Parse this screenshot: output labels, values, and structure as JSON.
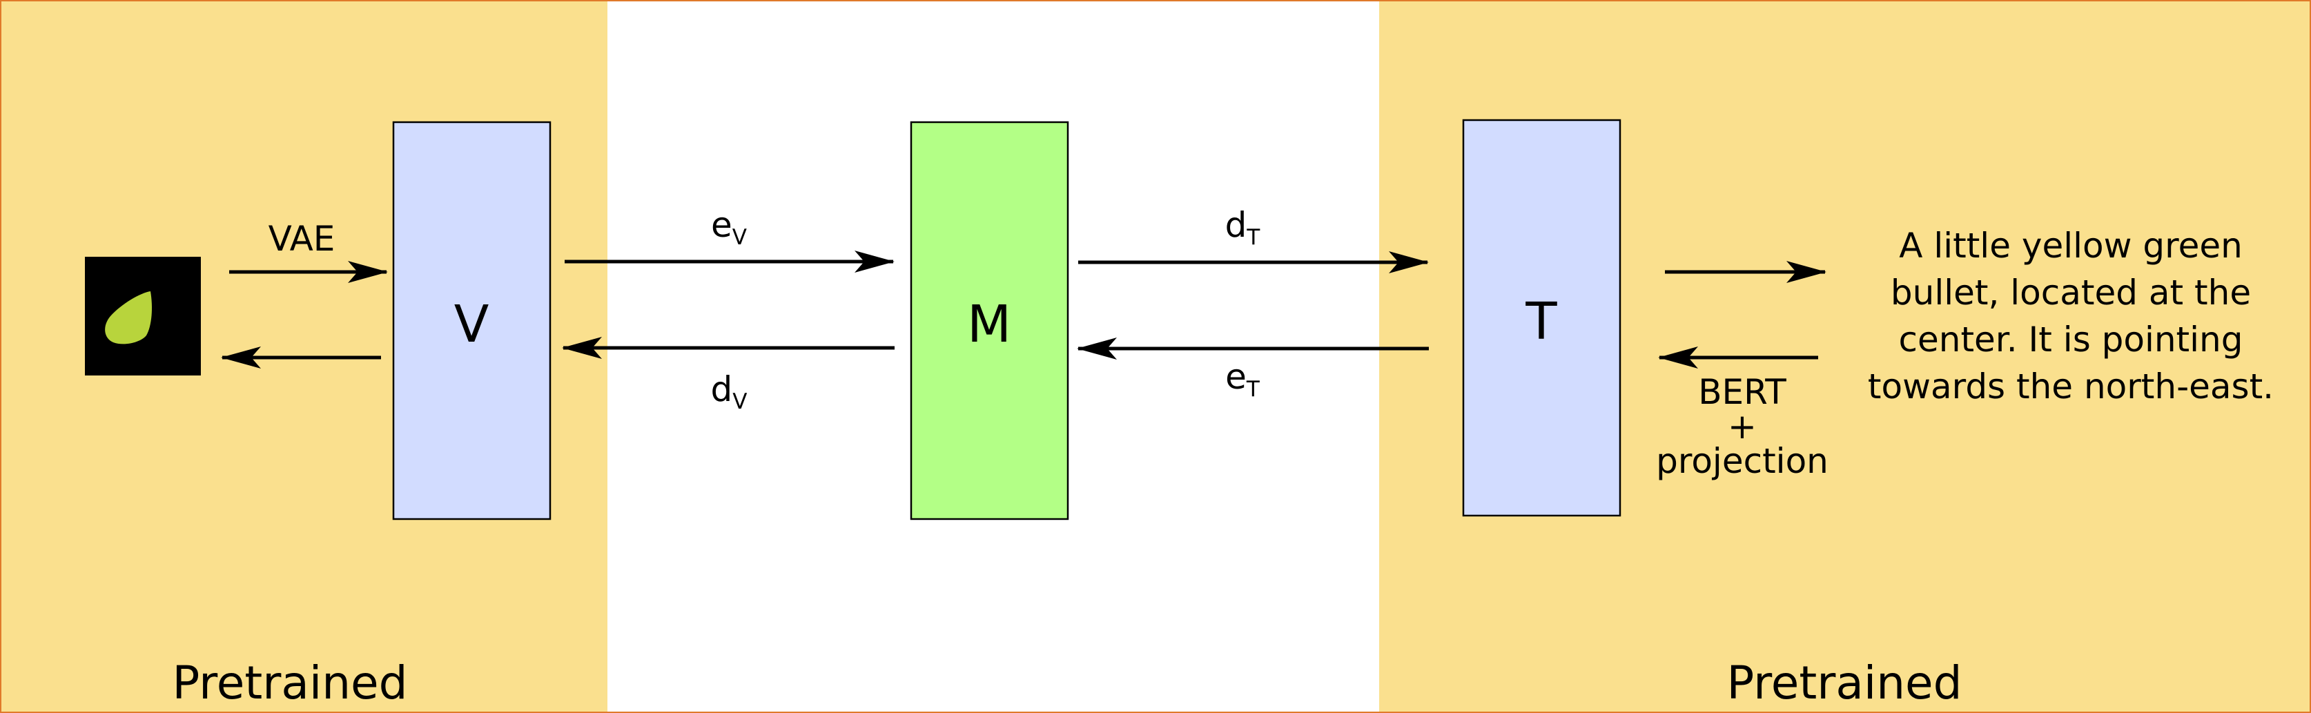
{
  "colors": {
    "pretrained_bg": "#fae08e",
    "middle_bg": "#ffffff",
    "frame": "#e07a2a",
    "encoder_box": "#d2dcff",
    "model_box": "#b3ff86",
    "box_stroke": "#000000",
    "arrow": "#000000",
    "shape_fill": "#b8d43c",
    "image_bg": "#000000"
  },
  "icons": {
    "input_image": "yellow-green-bullet-shape"
  },
  "boxes": {
    "v": "V",
    "m": "M",
    "t": "T"
  },
  "arrows": {
    "vae": "VAE",
    "e": "e",
    "d": "d",
    "sub_v": "V",
    "sub_t": "T",
    "bert": "BERT",
    "plus": "+",
    "projection": "projection"
  },
  "caption": {
    "line1": "A little yellow green",
    "line2": "bullet, located at the",
    "line3": "center. It is pointing",
    "line4": "towards the north-east."
  },
  "regions": {
    "left": "Pretrained",
    "right": "Pretrained"
  }
}
